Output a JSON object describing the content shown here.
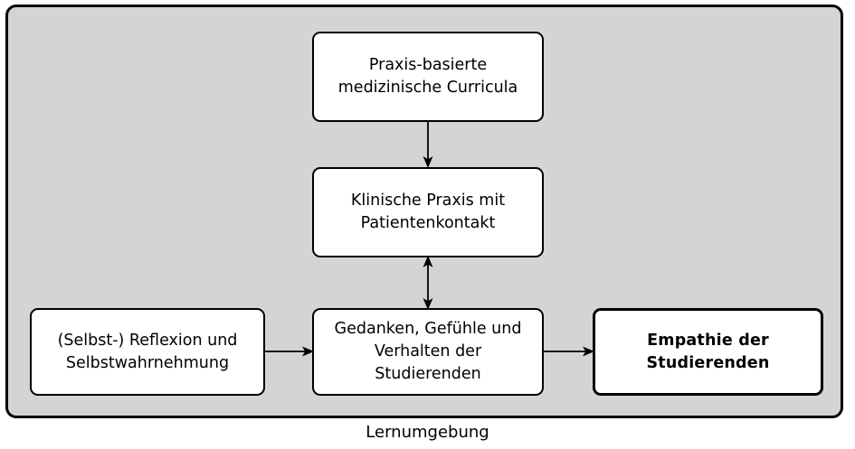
{
  "diagram": {
    "title": "Lernumgebung",
    "container": {
      "label": "Lernumgebung",
      "fill_color": "#d4d4d4",
      "border_color": "#000000"
    },
    "nodes": [
      {
        "id": "curricula",
        "text": "Praxis-basierte\nmedizinische Curricula",
        "emphasis": false,
        "fill_color": "#ffffff"
      },
      {
        "id": "clinical",
        "text": "Klinische Praxis mit\nPatientenkontakt",
        "emphasis": false,
        "fill_color": "#ffffff"
      },
      {
        "id": "reflection",
        "text": "(Selbst-) Reflexion und\nSelbstwahrnehmung",
        "emphasis": false,
        "fill_color": "#ffffff"
      },
      {
        "id": "thoughts",
        "text": "Gedanken, Gefühle und\nVerhalten der\nStudierenden",
        "emphasis": false,
        "fill_color": "#ffffff"
      },
      {
        "id": "empathy",
        "text": "Empathie der\nStudierenden",
        "emphasis": true,
        "fill_color": "#ffffff"
      }
    ],
    "connectors": [
      {
        "id": "curricula-clinical",
        "from": "curricula",
        "to": "clinical",
        "direction": "down",
        "bidirectional": false,
        "icon": "arrow-down-icon"
      },
      {
        "id": "clinical-thoughts",
        "from": "clinical",
        "to": "thoughts",
        "direction": "vertical",
        "bidirectional": true,
        "icon": "arrow-up-down-icon"
      },
      {
        "id": "reflection-thoughts",
        "from": "reflection",
        "to": "thoughts",
        "direction": "right",
        "bidirectional": false,
        "icon": "arrow-right-icon"
      },
      {
        "id": "thoughts-empathy",
        "from": "thoughts",
        "to": "empathy",
        "direction": "right",
        "bidirectional": false,
        "icon": "arrow-right-icon"
      }
    ]
  }
}
